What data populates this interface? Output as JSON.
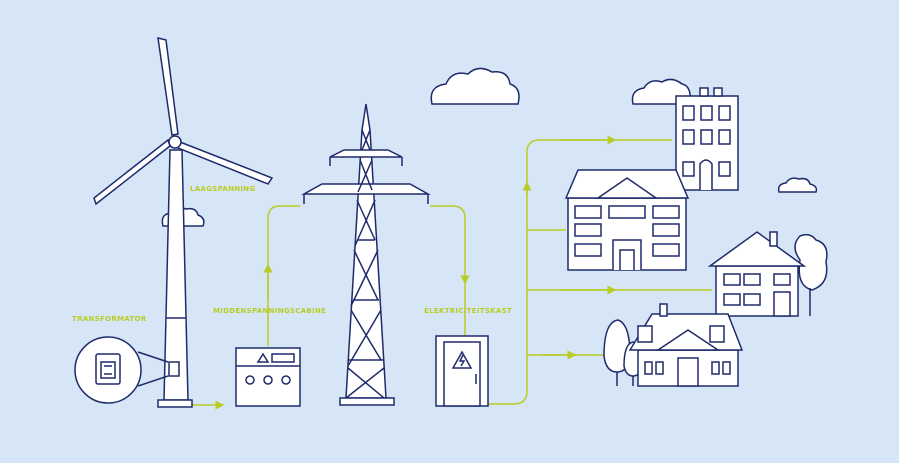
{
  "labels": {
    "laagspanning": "LAAGSPANNING",
    "transformator": "TRANSFORMATOR",
    "middenspanningscabine": "MIDDENSPANNINGSCABINE",
    "elektriciteitskast": "ELEKTRICITEITSKAST"
  },
  "colors": {
    "background": "#d6e6f7",
    "outline": "#1f2a6b",
    "flow": "#b8cc24",
    "fill": "#ffffff"
  }
}
